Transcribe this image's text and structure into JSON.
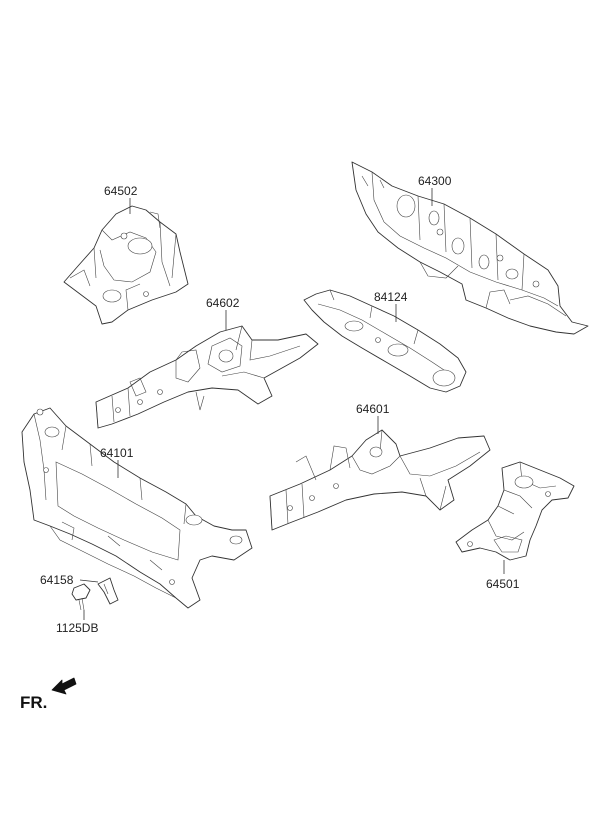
{
  "parts": [
    {
      "id": "64502",
      "label": "64502"
    },
    {
      "id": "64300",
      "label": "64300"
    },
    {
      "id": "64602",
      "label": "64602"
    },
    {
      "id": "84124",
      "label": "84124"
    },
    {
      "id": "64101",
      "label": "64101"
    },
    {
      "id": "64601",
      "label": "64601"
    },
    {
      "id": "64158",
      "label": "64158"
    },
    {
      "id": "64501",
      "label": "64501"
    },
    {
      "id": "1125DB",
      "label": "1125DB"
    }
  ],
  "direction_indicator": {
    "label": "FR.",
    "icon": "arrow-icon"
  },
  "colors": {
    "line": "#333333",
    "background": "#ffffff"
  }
}
